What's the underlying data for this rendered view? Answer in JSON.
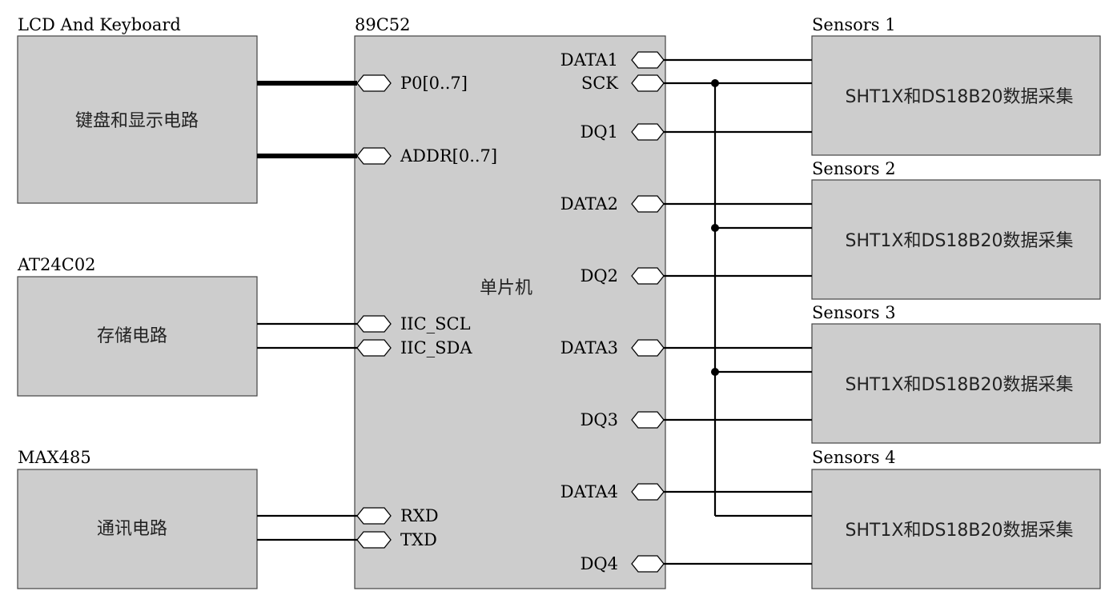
{
  "left_blocks": {
    "lcd": {
      "title": "LCD And Keyboard",
      "label": "键盘和显示电路"
    },
    "eeprom": {
      "title": "AT24C02",
      "label": "存储电路"
    },
    "comm": {
      "title": "MAX485",
      "label": "通讯电路"
    }
  },
  "mcu": {
    "title": "89C52",
    "label": "单片机",
    "left_ports": [
      "P0[0..7]",
      "ADDR[0..7]",
      "IIC_SCL",
      "IIC_SDA",
      "RXD",
      "TXD"
    ],
    "right_ports": [
      "DATA1",
      "SCK",
      "DQ1",
      "DATA2",
      "DQ2",
      "DATA3",
      "DQ3",
      "DATA4",
      "DQ4"
    ]
  },
  "sensors": [
    {
      "title": "Sensors 1",
      "label": "SHT1X和DS18B20数据采集"
    },
    {
      "title": "Sensors 2",
      "label": "SHT1X和DS18B20数据采集"
    },
    {
      "title": "Sensors 3",
      "label": "SHT1X和DS18B20数据采集"
    },
    {
      "title": "Sensors 4",
      "label": "SHT1X和DS18B20数据采集"
    }
  ]
}
